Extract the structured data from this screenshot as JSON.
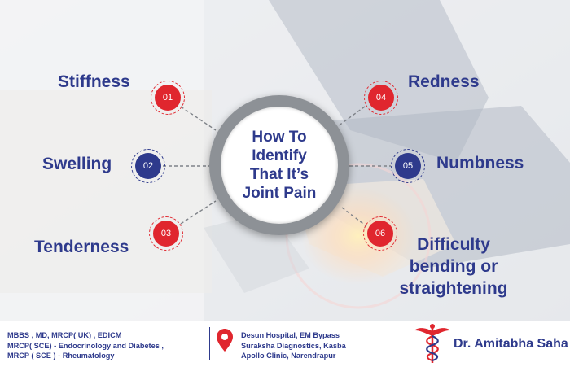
{
  "title": {
    "lines": [
      "How To",
      "Identify",
      "That It’s",
      "Joint Pain"
    ]
  },
  "symptoms": [
    {
      "number": "01",
      "label": "Stiffness"
    },
    {
      "number": "02",
      "label": "Swelling"
    },
    {
      "number": "03",
      "label": "Tenderness"
    },
    {
      "number": "04",
      "label": "Redness"
    },
    {
      "number": "05",
      "label": "Numbness"
    },
    {
      "number": "06",
      "label_lines": [
        "Difficulty",
        "bending or",
        "straightening"
      ]
    }
  ],
  "footer": {
    "qualifications": [
      "MBBS , MD, MRCP( UK) , EDICM",
      "MRCP( SCE) - Endocrinology and Diabetes ,",
      "MRCP ( SCE ) - Rheumatology"
    ],
    "locations": [
      "Desun Hospital, EM Bypass",
      "Suraksha Diagnostics, Kasba",
      "Apollo Clinic, Narendrapur"
    ],
    "doctor_name": "Dr. Amitabha Saha"
  },
  "colors": {
    "navy": "#2e3a8c",
    "red": "#e0262e",
    "gray_ring": "#8d9196"
  },
  "icons": [
    "location-pin-icon",
    "caduceus-logo"
  ]
}
